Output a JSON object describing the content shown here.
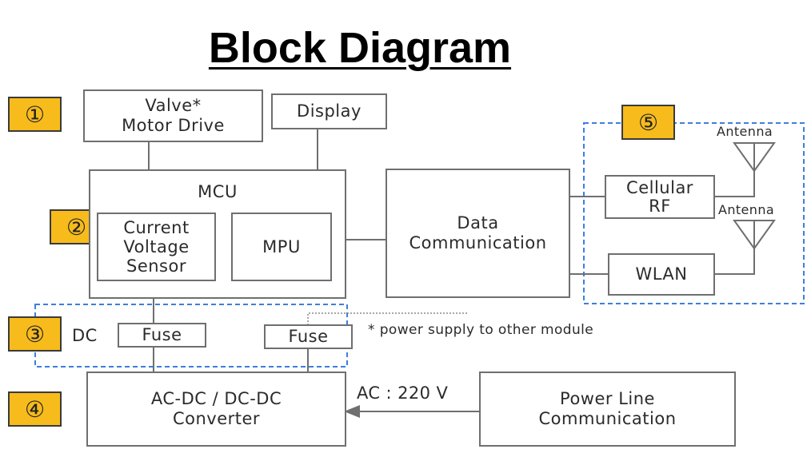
{
  "title": "Block Diagram",
  "blocks": {
    "valve_motor": "Valve*\nMotor Drive",
    "display": "Display",
    "mcu": "MCU",
    "sensor": "Current\nVoltage\nSensor",
    "mpu": "MPU",
    "data_comm": "Data\nCommunication",
    "cellular": "Cellular\nRF",
    "wlan": "WLAN",
    "fuse_left": "Fuse",
    "fuse_right": "Fuse",
    "converter": "AC-DC / DC-DC\nConverter",
    "plc": "Power Line\nCommunication"
  },
  "badges": [
    "①",
    "②",
    "③",
    "④",
    "⑤"
  ],
  "labels": {
    "dc": "DC",
    "ac": "AC : 220 V",
    "note": "* power supply to other module",
    "antenna_top": "Antenna",
    "antenna_bottom": "Antenna"
  },
  "colors": {
    "badge": "#f7bb1c",
    "dashed_group": "#3b7fe0",
    "line": "#6f6f6f"
  }
}
